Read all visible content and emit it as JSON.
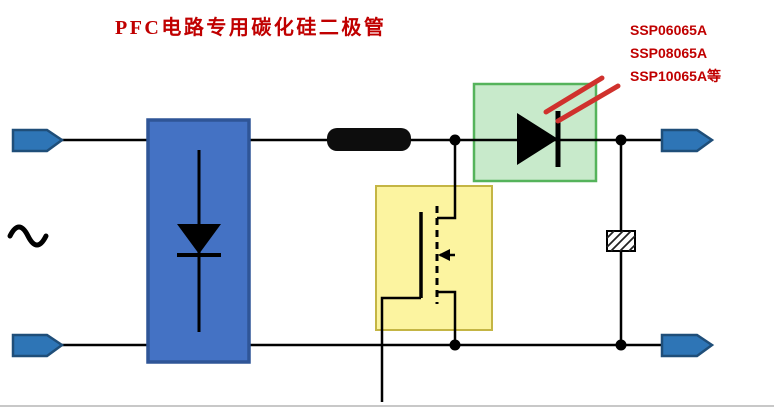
{
  "title": "PFC电路专用碳化硅二极管",
  "part_numbers": {
    "line1": "SSP06065A",
    "line2": "SSP08065A",
    "line3": "SSP10065A等"
  },
  "colors": {
    "accent_red": "#C00000",
    "arrow_red": "#D0312D",
    "bridge_fill": "#4472C4",
    "bridge_stroke": "#2F5597",
    "terminal_fill": "#2E75B6",
    "terminal_stroke": "#1F4E79",
    "green_box_fill": "#C8EACB",
    "green_box_stroke": "#55B35B",
    "yellow_box_fill": "#FCF4A0",
    "yellow_box_stroke": "#C4B544",
    "wire_black": "#000000"
  }
}
